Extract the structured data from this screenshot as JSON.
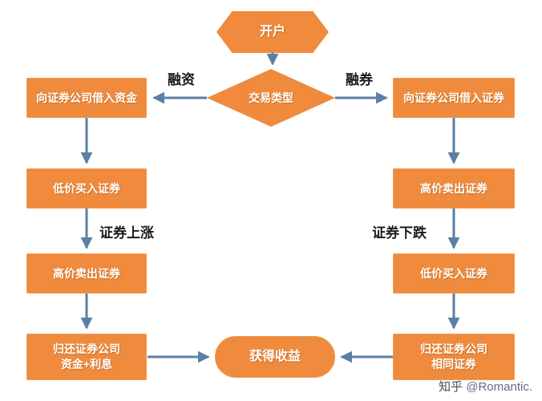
{
  "diagram": {
    "start": {
      "label": "开户"
    },
    "decision": {
      "label": "交易类型"
    },
    "branch_labels": {
      "left": "融资",
      "right": "融券"
    },
    "left_column": {
      "condition_label": "证券上涨",
      "steps": [
        {
          "label": "向证券公司借入资金"
        },
        {
          "label": "低价买入证券"
        },
        {
          "label": "高价卖出证券"
        },
        {
          "label": "归还证券公司\n资金+利息"
        }
      ]
    },
    "right_column": {
      "condition_label": "证券下跌",
      "steps": [
        {
          "label": "向证券公司借入证券"
        },
        {
          "label": "高价卖出证券"
        },
        {
          "label": "低价买入证券"
        },
        {
          "label": "归还证券公司\n相同证券"
        }
      ]
    },
    "end": {
      "label": "获得收益"
    },
    "colors": {
      "node_fill": "#F08A3C",
      "node_text": "#FFFFFF",
      "arrow": "#5B7FA6"
    },
    "watermark": {
      "brand": "知乎",
      "handle": "@Romantic."
    }
  }
}
